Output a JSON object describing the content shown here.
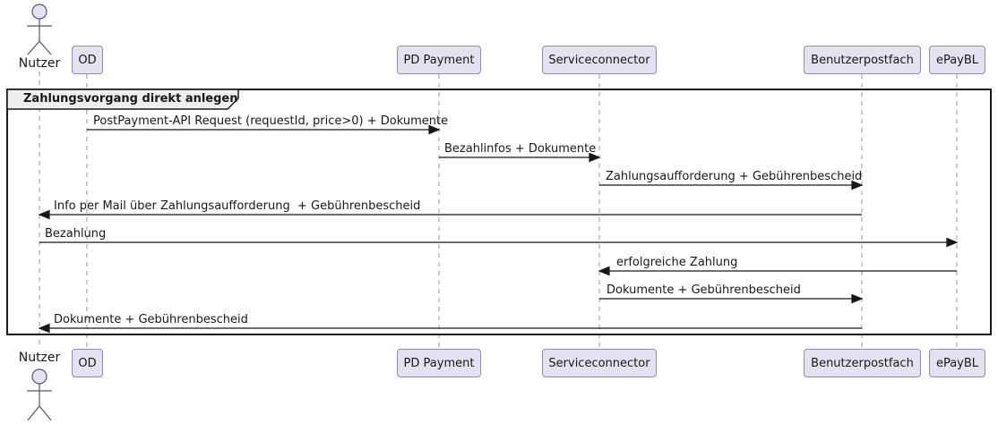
{
  "diagram": {
    "type": "uml-sequence",
    "frame_title": "Zahlungsvorgang direkt anlegen",
    "actor": {
      "label": "Nutzer"
    },
    "participants": [
      {
        "label": "OD"
      },
      {
        "label": "PD Payment"
      },
      {
        "label": "Serviceconnector"
      },
      {
        "label": "Benutzerpostfach"
      },
      {
        "label": "ePayBL"
      }
    ],
    "messages": [
      {
        "from": "OD",
        "to": "PD Payment",
        "label": "PostPayment-API Request (requestId, price>0) + Dokumente"
      },
      {
        "from": "PD Payment",
        "to": "Serviceconnector",
        "label": "Bezahlinfos + Dokumente"
      },
      {
        "from": "Serviceconnector",
        "to": "Benutzerpostfach",
        "label": "Zahlungsaufforderung + Gebührenbescheid"
      },
      {
        "from": "Benutzerpostfach",
        "to": "Nutzer",
        "label": "Info per Mail über Zahlungsaufforderung  + Gebührenbescheid"
      },
      {
        "from": "Nutzer",
        "to": "ePayBL",
        "label": "Bezahlung"
      },
      {
        "from": "ePayBL",
        "to": "Serviceconnector",
        "label": "erfolgreiche Zahlung"
      },
      {
        "from": "Serviceconnector",
        "to": "Benutzerpostfach",
        "label": "Dokumente + Gebührenbescheid"
      },
      {
        "from": "Benutzerpostfach",
        "to": "Nutzer",
        "label": "Dokumente + Gebührenbescheid"
      }
    ],
    "colors": {
      "background": "#FFFFFF",
      "participant_fill": "#E2E2F0",
      "participant_border": "#8F8FA8",
      "line": "#181818",
      "lifeline": "#999999",
      "frame_border": "#181818",
      "frame_title_fill": "#EEEEEE",
      "text": "#181818"
    }
  }
}
